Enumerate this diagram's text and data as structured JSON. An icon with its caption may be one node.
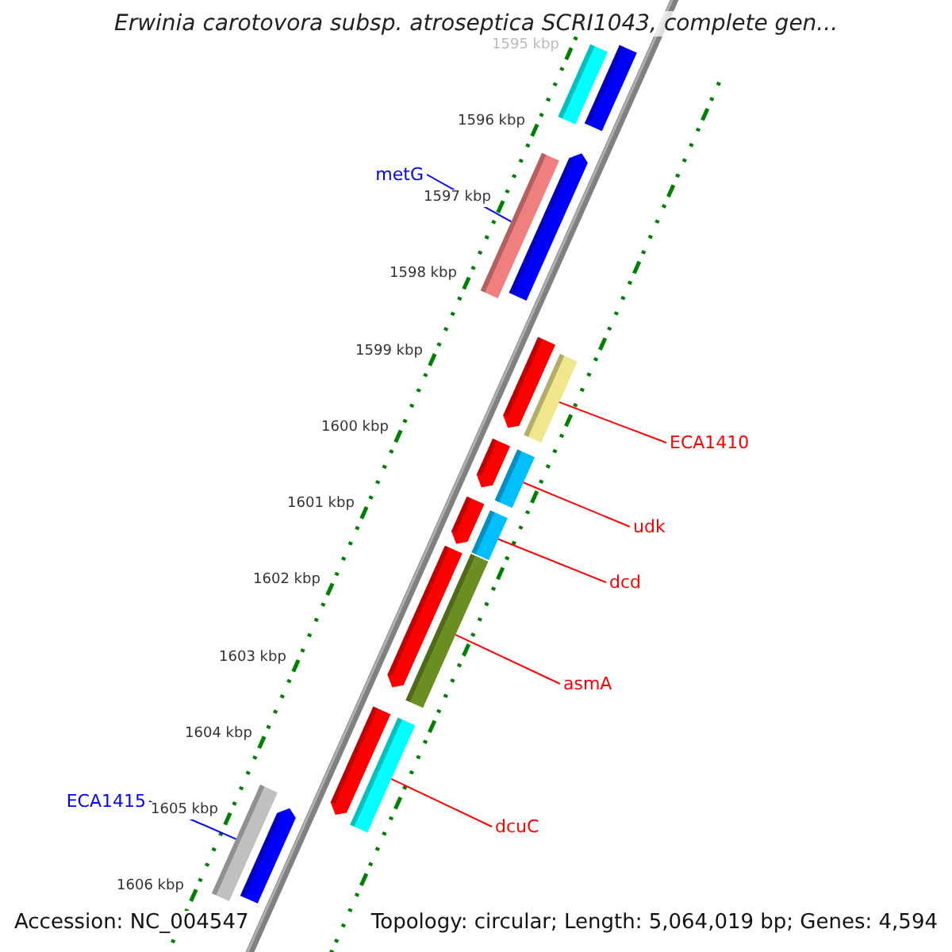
{
  "diagram": {
    "title": "Erwinia carotovora subsp. atroseptica SCRI1043, complete gen...",
    "nodes": [
      {
        "text": [],
        "shape": "bar"
      },
      {
        "text": [],
        "shape": "bar"
      },
      {
        "text": [
          "metG"
        ]
      },
      {
        "text": [],
        "shape": "bar"
      },
      {
        "text": [],
        "shape": "bar"
      },
      {
        "text": [],
        "shape": "bar"
      },
      {
        "text": [],
        "shape": "bar"
      },
      {
        "text": [
          "ECA1410"
        ]
      },
      {
        "text": [],
        "shape": "bar"
      },
      {
        "text": [],
        "shape": "bar"
      },
      {
        "text": [
          "udk"
        ]
      },
      {
        "text": [],
        "shape": "bar"
      },
      {
        "text": [],
        "shape": "bar"
      },
      {
        "text": [
          "dcd"
        ]
      },
      {
        "text": [],
        "shape": "bar"
      },
      {
        "text": [],
        "shape": "bar"
      },
      {
        "text": [
          "asmA"
        ]
      },
      {
        "text": [],
        "shape": "bar"
      },
      {
        "text": [],
        "shape": "bar"
      },
      {
        "text": [
          "ECA1415"
        ]
      },
      {
        "text": [
          "dcuC"
        ]
      },
      {
        "text": [],
        "shape": "bar"
      },
      {
        "text": [],
        "shape": "bar"
      }
    ],
    "edges": [
      {
        "from": 2,
        "to": 3,
        "arrow": "none",
        "color": "#0000ff"
      },
      {
        "from": 7,
        "to": 6,
        "arrow": "none"
      },
      {
        "from": 10,
        "to": 9,
        "arrow": "none"
      },
      {
        "from": 13,
        "to": 12,
        "arrow": "none"
      },
      {
        "from": 16,
        "to": 15,
        "arrow": "none"
      },
      {
        "from": 20,
        "to": 18,
        "arrow": "none"
      },
      {
        "from": 19,
        "to": 21,
        "arrow": "none",
        "color": "#0000ff"
      }
    ],
    "labels": [
      "1595 kbp",
      "1596 kbp",
      "1597 kbp",
      "1598 kbp",
      "1599 kbp",
      "1600 kbp",
      "1601 kbp",
      "1602 kbp",
      "1603 kbp",
      "1604 kbp",
      "1605 kbp",
      "1606 kbp",
      "Accession: NC_004547",
      "Topology: circular; Length: 5,064,019 bp; Genes: 4,594"
    ]
  }
}
